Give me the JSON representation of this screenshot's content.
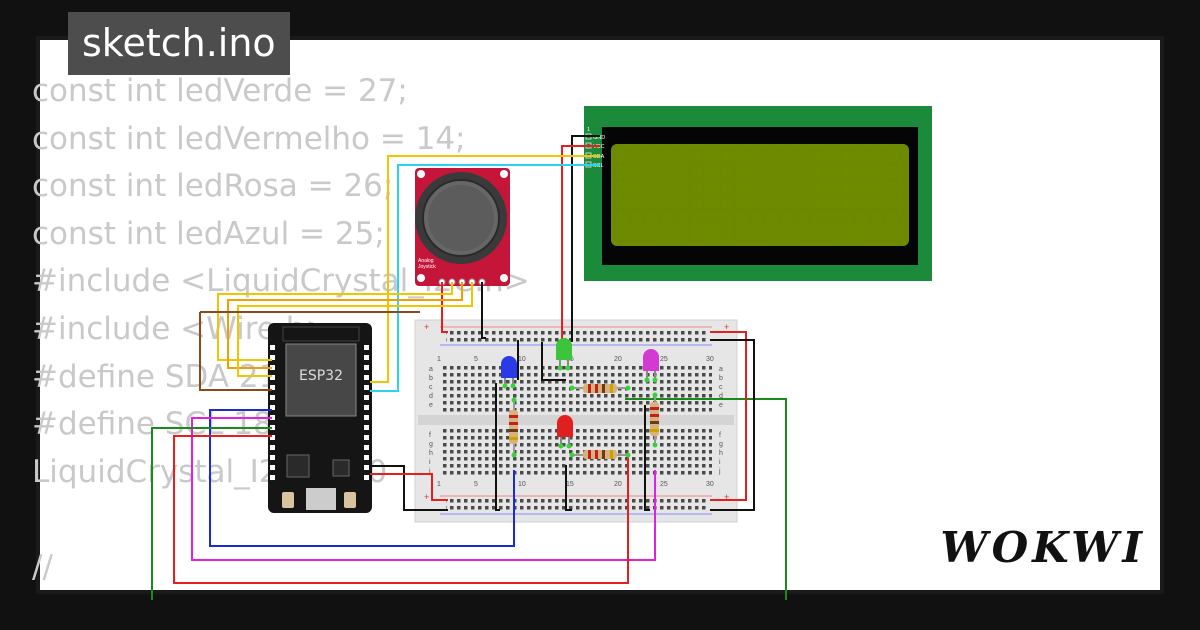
{
  "title": "sketch.ino",
  "logo": "WOKWI",
  "code_lines": [
    "const int ledVerde = 27;",
    "const int ledVermelho = 14;",
    "const int ledRosa = 26;",
    "const int ledAzul = 25;",
    "#include <LiquidCrystal_I2C.h>",
    "#include <Wire.h>",
    "#define SDA 21",
    "#define SCL 18",
    "LiquidCrystal_I2C lcd(0",
    "",
    "//"
  ],
  "esp32": {
    "label": "ESP32"
  },
  "lcd": {
    "pins": [
      "GND",
      "VCC",
      "SDA",
      "SCL"
    ]
  },
  "joystick": {
    "label1": "Analog",
    "label2": "Joystick"
  },
  "breadboard": {
    "col_top": [
      "1",
      "5",
      "10",
      "15",
      "20",
      "25",
      "30"
    ],
    "col_bottom": [
      "1",
      "5",
      "10",
      "15",
      "20",
      "25",
      "30"
    ],
    "rows_top": [
      "a",
      "b",
      "c",
      "d",
      "e"
    ],
    "rows_bottom": [
      "f",
      "g",
      "h",
      "i",
      "j"
    ]
  },
  "colors": {
    "wire_red": "#e61e1e",
    "wire_black": "#111111",
    "wire_yellow": "#f2c500",
    "wire_cyan": "#2ad4f0",
    "wire_green": "#1a8a1a",
    "wire_blue": "#1a2ad4",
    "wire_magenta": "#e020e0",
    "wire_brown": "#8b4a1a",
    "wire_orange": "#f0a000",
    "led_blue": "#2a3ae6",
    "led_green": "#3cc43c",
    "led_magenta": "#d23ad2",
    "led_red": "#e02020"
  }
}
